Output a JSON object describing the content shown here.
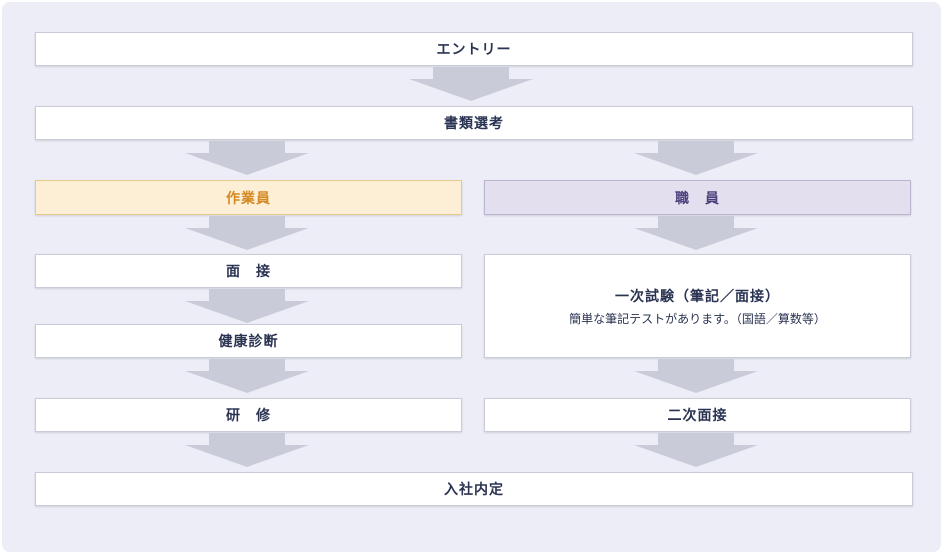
{
  "colors": {
    "panel_bg": "#ecedf6",
    "arrow": "#c9ccd8",
    "worker_bg": "#fcefd5",
    "worker_text": "#d48a22",
    "staff_bg": "#e3dfee",
    "staff_text": "#4d3f7c",
    "text": "#2a3352"
  },
  "flow": {
    "entry": "エントリー",
    "screening": "書類選考",
    "worker_label": "作業員",
    "staff_label": "職　員",
    "worker_steps": {
      "interview": "面　接",
      "health_check": "健康診断",
      "training": "研　修"
    },
    "staff_steps": {
      "first_exam": "一次試験（筆記／面接）",
      "first_exam_note": "簡単な筆記テストがあります。（国語／算数等）",
      "second_interview": "二次面接"
    },
    "offer": "入社内定"
  }
}
